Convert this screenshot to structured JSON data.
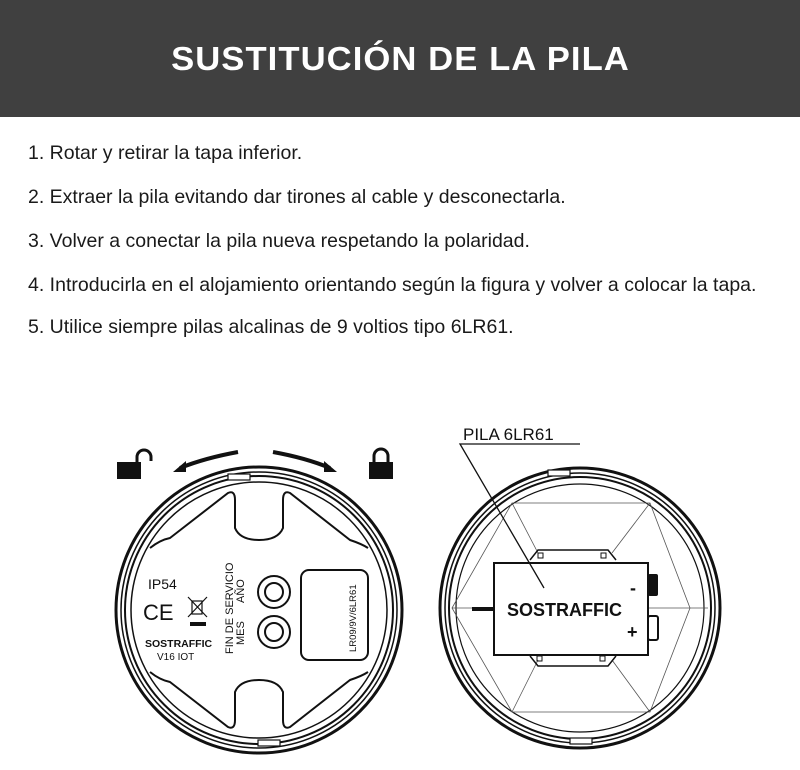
{
  "header": {
    "title": "SUSTITUCIÓN DE LA PILA",
    "background_color": "#404040"
  },
  "steps": [
    {
      "text": "1. Rotar y retirar la tapa inferior."
    },
    {
      "text": "2. Extraer la pila evitando dar tirones al cable y desconectarla."
    },
    {
      "text": "3. Volver a conectar la pila nueva respetando la polaridad."
    },
    {
      "text": "4. Introducirla en el alojamiento orientando según la figura y volver a colocar la tapa."
    },
    {
      "text": "5. Utilice siempre pilas alcalinas de 9 voltios tipo 6LR61."
    }
  ],
  "figure_left": {
    "unlock_icon": "unlock-icon",
    "lock_icon": "lock-icon",
    "ip_rating": "IP54",
    "ce_mark": "CE",
    "weee_icon": "crossed-bin-icon",
    "brand": "SOSTRAFFIC",
    "model": "V16 IOT",
    "service_label": "FIN DE SERVICIO",
    "year_label": "AÑO",
    "month_label": "MES",
    "battery_label": "LR09/9V/6LR61"
  },
  "figure_right": {
    "callout": "PILA 6LR61",
    "brand": "SOSTRAFFIC",
    "minus": "-",
    "plus": "+"
  }
}
